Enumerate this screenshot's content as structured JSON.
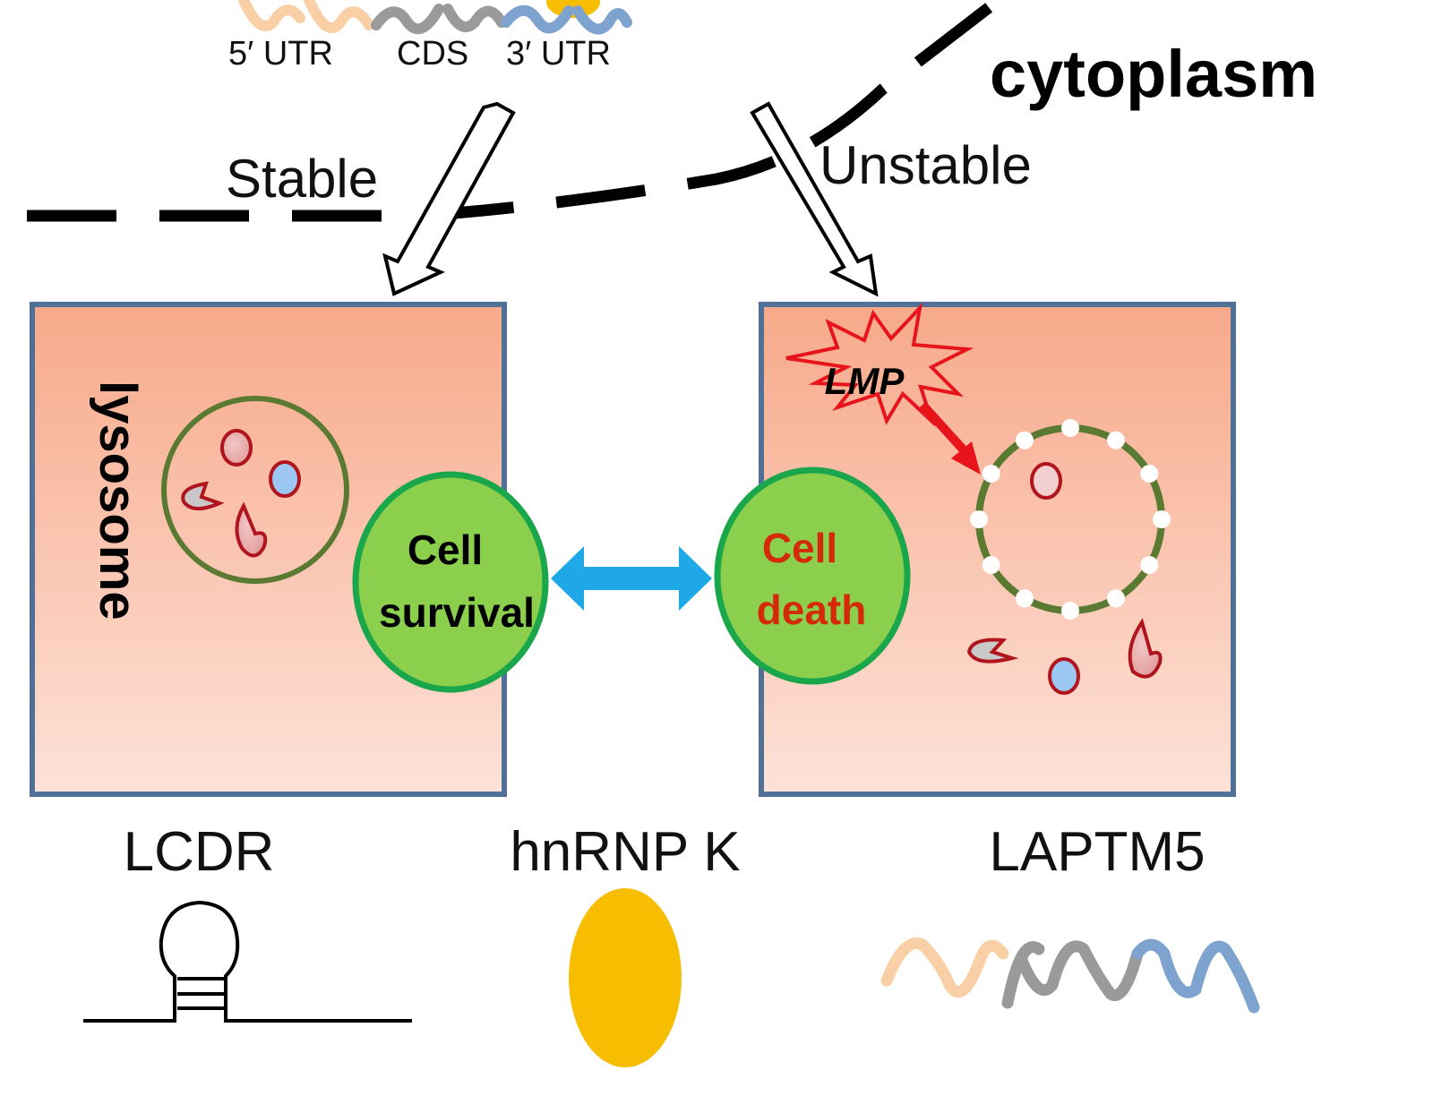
{
  "mrna_top_labels": {
    "five_utr": "5′ UTR",
    "cds": "CDS",
    "three_utr": "3′ UTR"
  },
  "compartment_label": "cytoplasm",
  "pathways": {
    "stable": "Stable",
    "unstable": "Unstable"
  },
  "left_panel": {
    "organelle_label": "lysosome",
    "outcome": {
      "line1": "Cell",
      "line2": "survival"
    }
  },
  "right_panel": {
    "burst_label": "LMP",
    "outcome": {
      "line1": "Cell",
      "line2": "death"
    }
  },
  "legend": [
    {
      "label": "LCDR",
      "symbol": "hairpin-rna-icon"
    },
    {
      "label": "hnRNP K",
      "symbol": "protein-ellipse-icon"
    },
    {
      "label": "LAPTM5",
      "symbol": "mrna-wave-icon"
    }
  ],
  "colors": {
    "panel_fill_top": "#f7a98a",
    "panel_fill_bottom": "#fde2d8",
    "panel_border": "#4f7198",
    "outcome_fill": "#8ccf4d",
    "outcome_border": "#1aa64a",
    "lysosome_membrane": "#5a7a32",
    "cargo_border": "#b0141c",
    "death_text": "#d42a0a",
    "double_arrow": "#1fa8e8",
    "lmp_red": "#e8141c",
    "utr5": "#f9cfa6",
    "cds": "#9a9a9a",
    "utr3": "#7fa3cf",
    "hnrnpk": "#f7bd00"
  }
}
